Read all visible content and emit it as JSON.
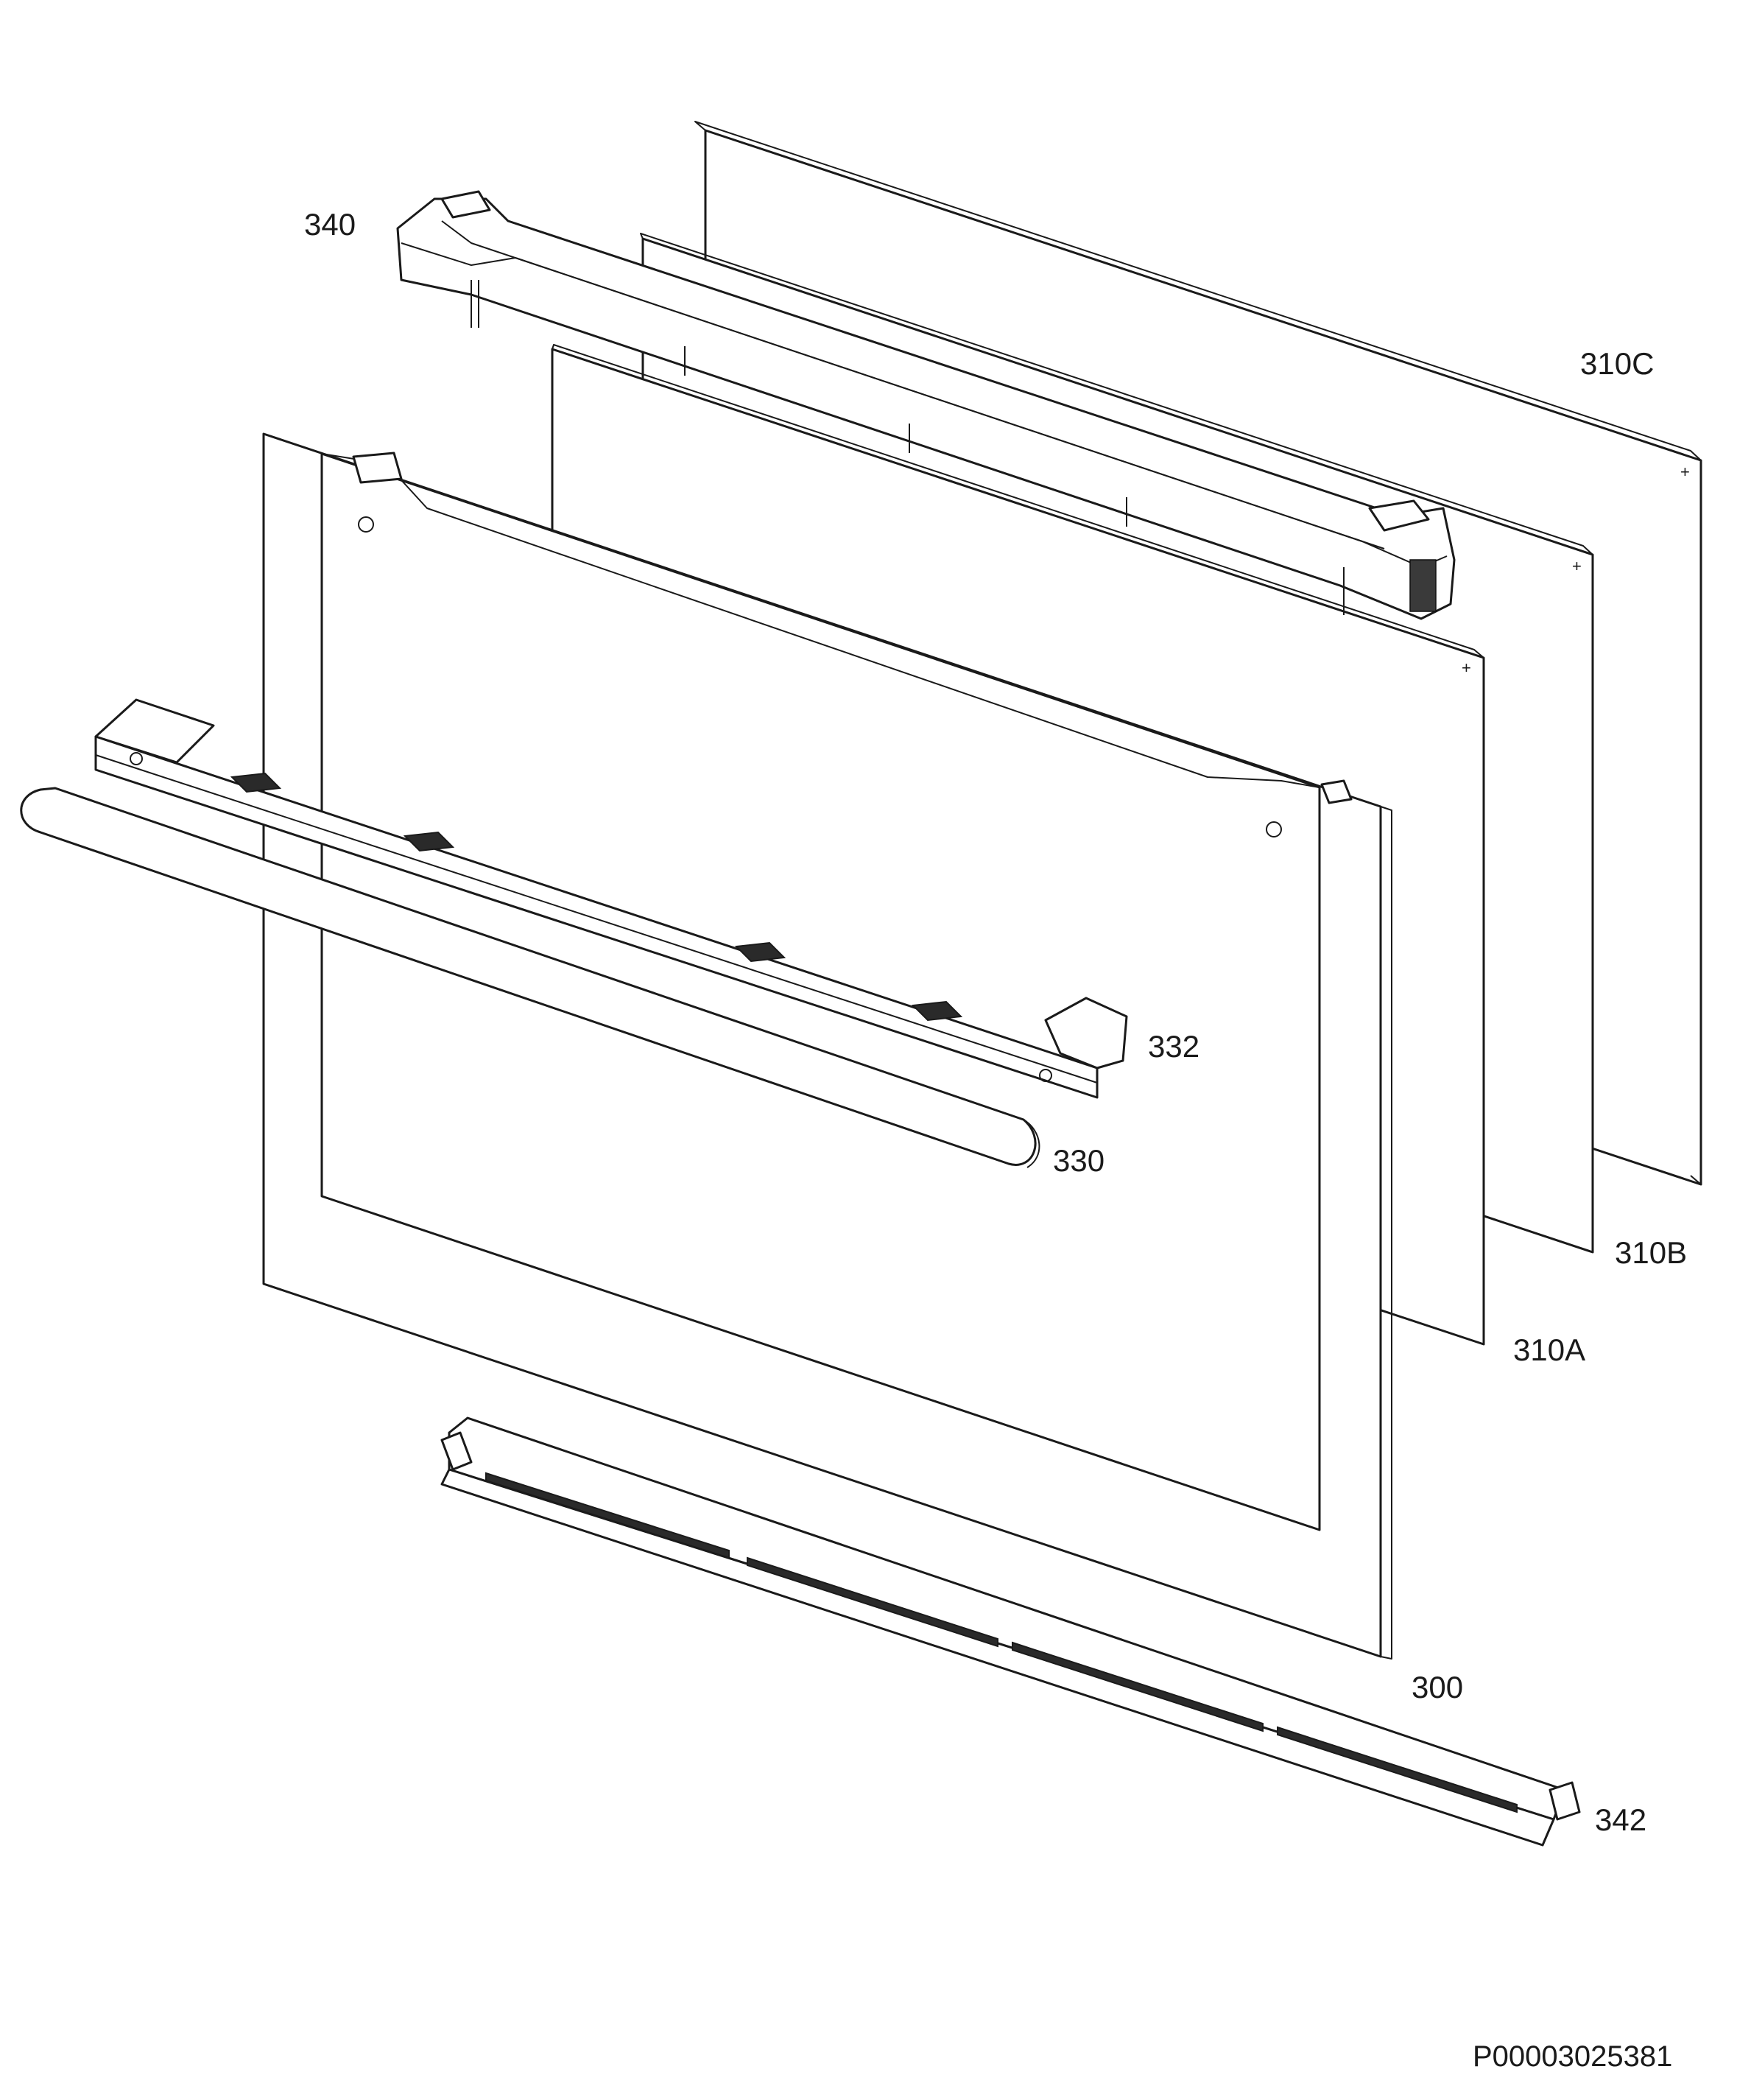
{
  "labels": {
    "p340": "340",
    "p310c": "310C",
    "p332": "332",
    "p330": "330",
    "p310b": "310B",
    "p310a": "310A",
    "p300": "300",
    "p342": "342"
  },
  "drawing_number": "P00003025381"
}
